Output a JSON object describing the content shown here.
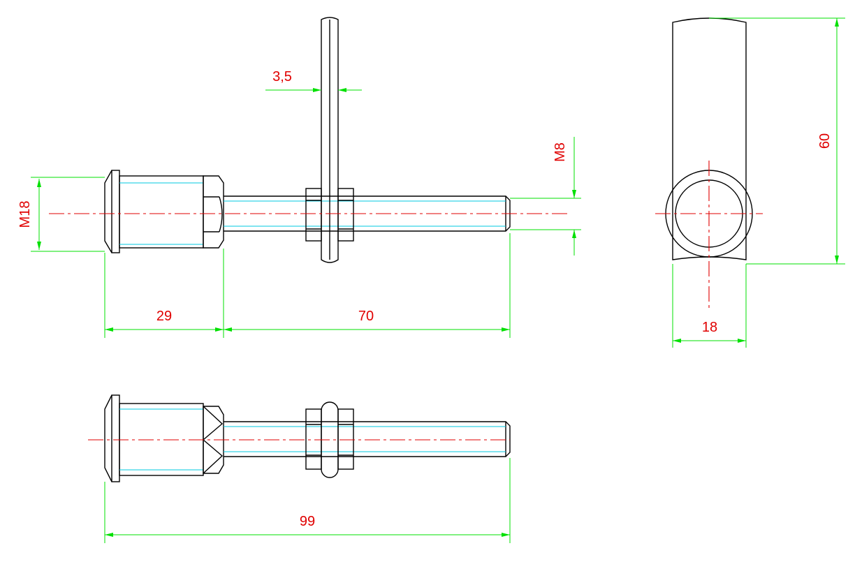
{
  "colors": {
    "outline": "#000000",
    "dimension": "#00e000",
    "dimension_text": "#e00000",
    "centerline": "#e00000",
    "thread": "#00c8e0"
  },
  "dimensions": {
    "washer_thickness": "3,5",
    "small_thread": "M8",
    "large_thread": "M18",
    "nut_length": "29",
    "shaft_length": "70",
    "total_length": "99",
    "bracket_height": "60",
    "bracket_width": "18"
  }
}
